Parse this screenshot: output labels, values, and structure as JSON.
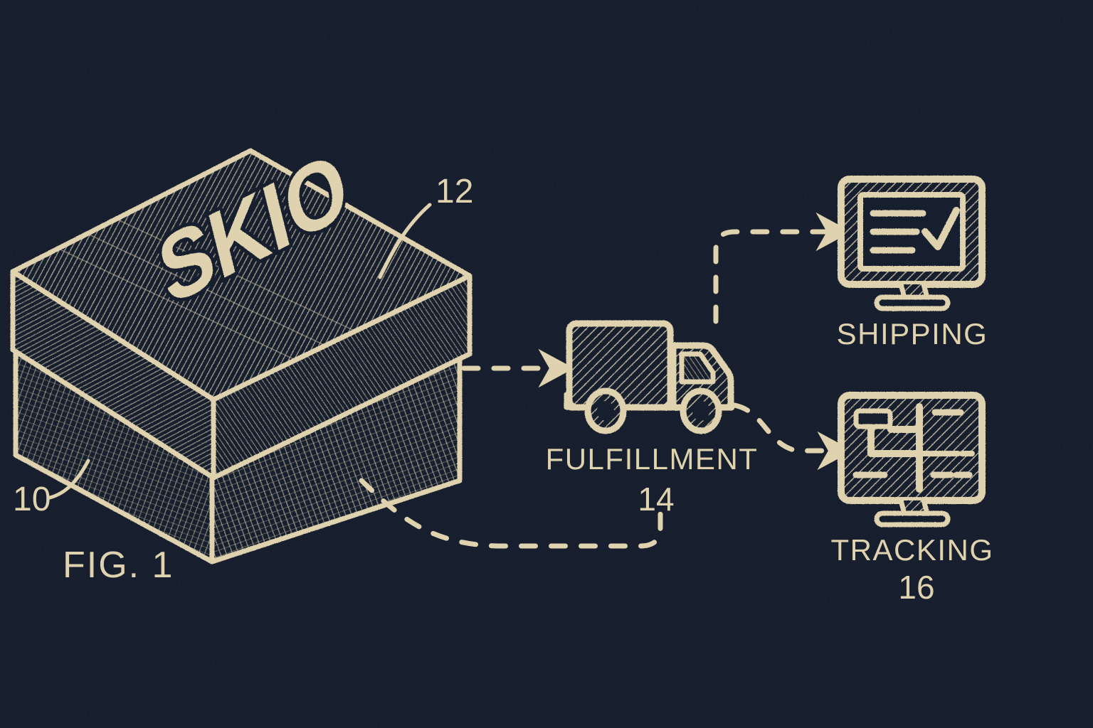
{
  "figure": {
    "caption": "FIG. 1",
    "background_color": "#0e1626",
    "ink_color": "#ded0ab",
    "style": "patent line drawing, crosshatch engraving"
  },
  "box": {
    "brand_text": "SKIO",
    "ref_body": "10",
    "ref_lid": "12",
    "name": "subscription-box"
  },
  "nodes": [
    {
      "id": "fulfillment",
      "label": "FULFILLMENT",
      "ref": "14",
      "icon": "delivery-truck-icon"
    },
    {
      "id": "shipping",
      "label": "SHIPPING",
      "ref": "",
      "icon": "monitor-checklist-icon"
    },
    {
      "id": "tracking",
      "label": "TRACKING",
      "ref": "16",
      "icon": "monitor-map-icon"
    }
  ],
  "flows": [
    {
      "id": "box-to-fulfillment",
      "from": "box",
      "to": "fulfillment",
      "style": "dashed-arrow"
    },
    {
      "id": "fulfillment-to-shipping",
      "from": "fulfillment",
      "to": "shipping",
      "style": "dashed-arrow"
    },
    {
      "id": "fulfillment-to-tracking",
      "from": "fulfillment",
      "to": "tracking",
      "style": "dashed-arrow"
    },
    {
      "id": "feedback-loop",
      "from": "box",
      "to": "fulfillment",
      "style": "dashed-loop"
    }
  ]
}
